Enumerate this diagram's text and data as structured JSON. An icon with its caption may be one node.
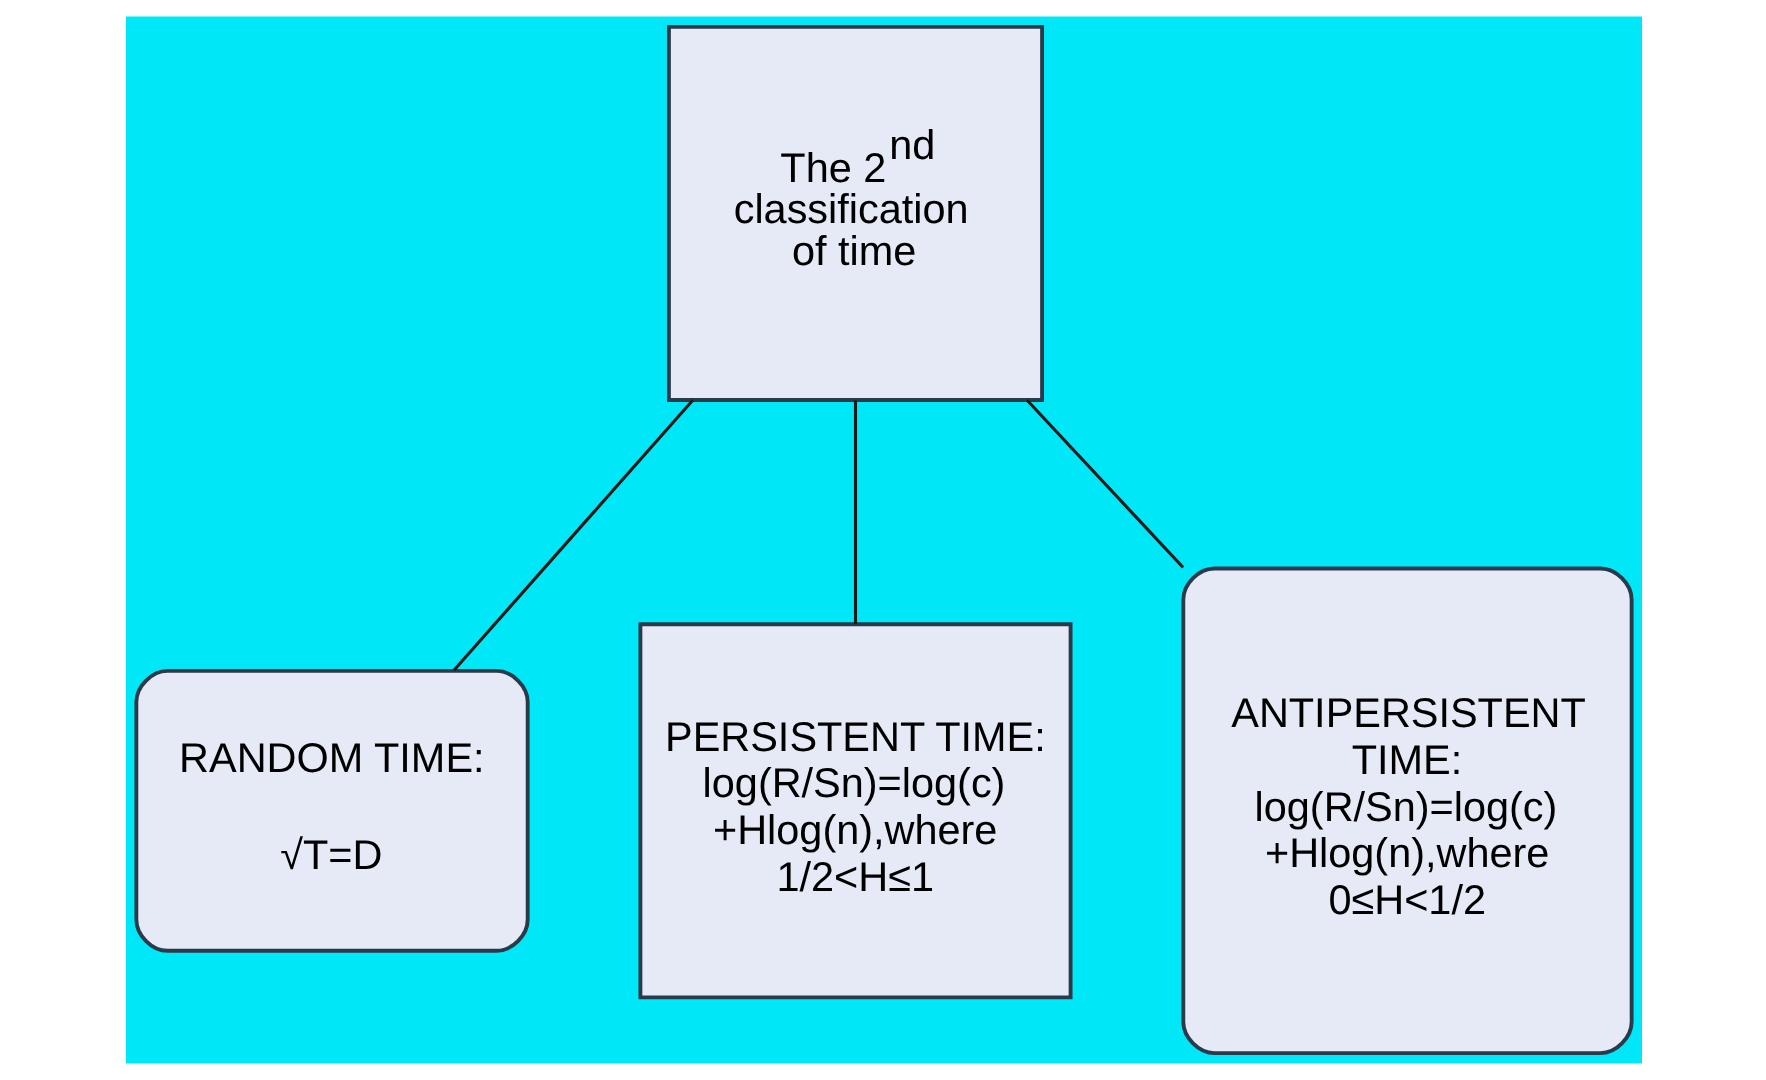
{
  "diagram": {
    "nodes": [
      {
        "text": [
          "The 2$^{nd}$ classification of time"
        ]
      },
      {
        "text": [
          "RANDOM TIME:",
          "√T=D"
        ]
      },
      {
        "text": [
          "PERSISTENT TIME: log(R/Sn)=log(c) +Hlog(n),where 1/2<H≤1"
        ]
      },
      {
        "text": [
          "ANTIPERSISTENT TIME: log(R/Sn)=log(c) +Hlog(n),where 0≤H<1/2"
        ]
      }
    ],
    "edges": [
      {
        "from": 0,
        "to": 1,
        "arrow": "none"
      },
      {
        "from": 0,
        "to": 2,
        "arrow": "none"
      },
      {
        "from": 0,
        "to": 3,
        "arrow": "none"
      }
    ]
  }
}
